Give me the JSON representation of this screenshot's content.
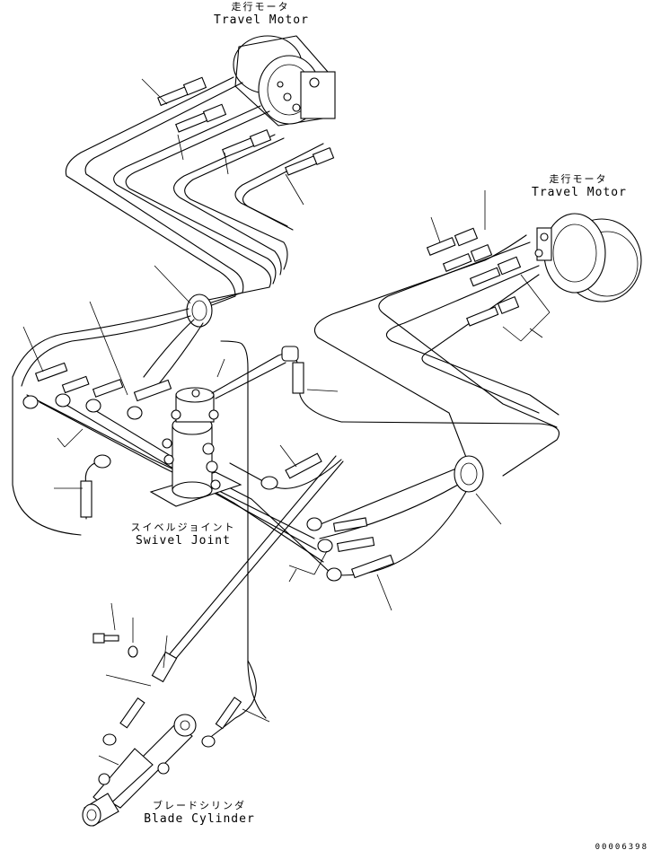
{
  "labels": {
    "travel_motor_top": {
      "jp": "走行モータ",
      "en": "Travel Motor"
    },
    "travel_motor_right": {
      "jp": "走行モータ",
      "en": "Travel Motor"
    },
    "swivel_joint": {
      "jp": "スイベルジョイント",
      "en": "Swivel Joint"
    },
    "blade_cylinder": {
      "jp": "ブレードシリンダ",
      "en": "Blade Cylinder"
    }
  },
  "drawing_code": "00006398"
}
